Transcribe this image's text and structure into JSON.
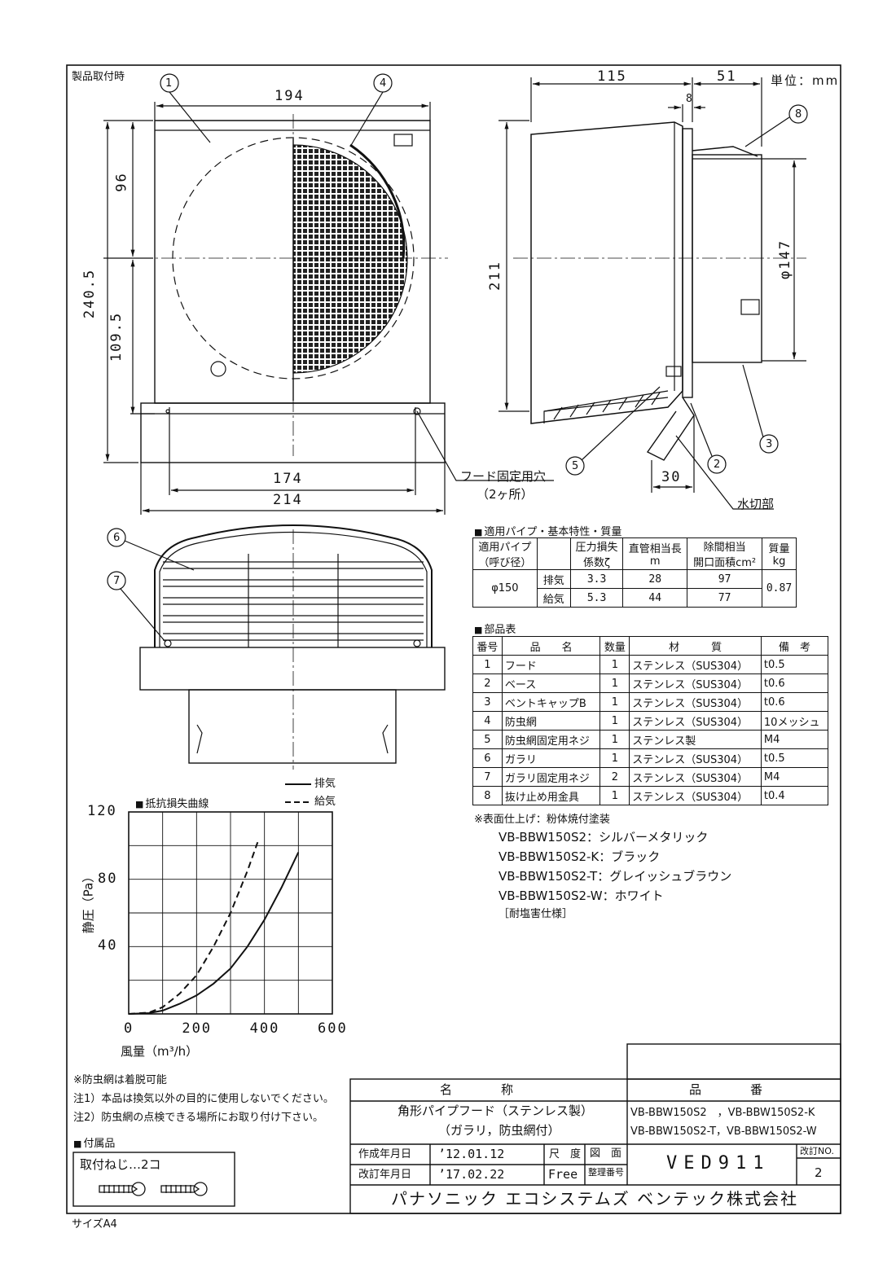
{
  "sheet": {
    "mounted_label": "製品取付時",
    "unit_label": "単位：mm",
    "size_label": "サイズA4"
  },
  "front_view": {
    "dims": {
      "w194": "194",
      "h96": "96",
      "h240_5": "240.5",
      "h109_5": "109.5",
      "w174": "174",
      "w214": "214"
    },
    "callouts": [
      "1",
      "4"
    ],
    "hole_label": "フード固定用穴",
    "hole_count": "（2ヶ所）"
  },
  "side_view": {
    "dims": {
      "w115": "115",
      "w51": "51",
      "w8": "8",
      "h211": "211",
      "d147": "φ147",
      "w30": "30"
    },
    "callouts": [
      "8",
      "3",
      "2",
      "5"
    ],
    "drip_label": "水切部"
  },
  "bottom_view": {
    "callouts": [
      "6",
      "7"
    ]
  },
  "pipe_table": {
    "title": "適用パイプ・基本特性・質量",
    "headers": {
      "pipe": "適用パイプ",
      "pipe_sub": "（呼び径）",
      "loss": "圧力損失",
      "loss_sub": "係数ζ",
      "equiv": "直管相当長",
      "equiv_sub": "m",
      "area": "除間相当",
      "area_sub": "開口面積cm²",
      "mass": "質量",
      "mass_sub": "kg"
    },
    "pipe_size": "φ150",
    "mass_value": "0.87",
    "rows": [
      {
        "mode": "排気",
        "zeta": "3.3",
        "length": "28",
        "area": "97"
      },
      {
        "mode": "給気",
        "zeta": "5.3",
        "length": "44",
        "area": "77"
      }
    ]
  },
  "parts_table": {
    "title": "部品表",
    "headers": {
      "no": "番号",
      "name": "品　　名",
      "qty": "数量",
      "material": "材　　　質",
      "note": "備　考"
    },
    "rows": [
      {
        "no": "1",
        "name": "フード",
        "qty": "1",
        "material": "ステンレス（SUS304）",
        "note": "t0.5"
      },
      {
        "no": "2",
        "name": "ベース",
        "qty": "1",
        "material": "ステンレス（SUS304）",
        "note": "t0.6"
      },
      {
        "no": "3",
        "name": "ベントキャップB",
        "qty": "1",
        "material": "ステンレス（SUS304）",
        "note": "t0.6"
      },
      {
        "no": "4",
        "name": "防虫網",
        "qty": "1",
        "material": "ステンレス（SUS304）",
        "note": "10メッシュ"
      },
      {
        "no": "5",
        "name": "防虫網固定用ネジ",
        "qty": "1",
        "material": "ステンレス製",
        "note": "M4"
      },
      {
        "no": "6",
        "name": "ガラリ",
        "qty": "1",
        "material": "ステンレス（SUS304）",
        "note": "t0.5"
      },
      {
        "no": "7",
        "name": "ガラリ固定用ネジ",
        "qty": "2",
        "material": "ステンレス（SUS304）",
        "note": "M4"
      },
      {
        "no": "8",
        "name": "抜け止め用金具",
        "qty": "1",
        "material": "ステンレス（SUS304）",
        "note": "t0.4"
      }
    ]
  },
  "finish": {
    "heading": "※表面仕上げ：粉体焼付塗装",
    "variants": [
      "VB-BBW150S2：シルバーメタリック",
      "VB-BBW150S2-K：ブラック",
      "VB-BBW150S2-T：グレイッシュブラウン",
      "VB-BBW150S2-W：ホワイト"
    ],
    "salt_note": "［耐塩害仕様］"
  },
  "chart_data": {
    "type": "line",
    "title": "抵抗損失曲線",
    "xlabel": "風量（m³/h）",
    "ylabel": "静圧（Pa）",
    "xlim": [
      0,
      600
    ],
    "ylim": [
      0,
      120
    ],
    "xticks": [
      "0",
      "200",
      "400",
      "600"
    ],
    "yticks": [
      "40",
      "80",
      "120"
    ],
    "grid": true,
    "legend_position": "top-right",
    "series": [
      {
        "name": "排気",
        "style": "solid",
        "x": [
          60,
          100,
          150,
          200,
          250,
          300,
          350,
          400,
          450,
          500
        ],
        "y": [
          0.5,
          2,
          6,
          11,
          18,
          27,
          40,
          56,
          75,
          96
        ]
      },
      {
        "name": "給気",
        "style": "dashed",
        "x": [
          60,
          100,
          150,
          200,
          250,
          300,
          350,
          380
        ],
        "y": [
          0.8,
          4,
          12,
          23,
          40,
          60,
          85,
          102
        ]
      }
    ]
  },
  "notes": {
    "mesh": "※防虫網は着脱可能",
    "note1": "注1）本品は換気以外の目的に使用しないでください。",
    "note2": "注2）防虫網の点検できる場所にお取り付け下さい。"
  },
  "accessories": {
    "title": "付属品",
    "screws": "取付ねじ…2コ"
  },
  "title_block": {
    "name_header": "名　　　　称",
    "product_name_1": "角形パイプフード（ステンレス製）",
    "product_name_2": "（ガラリ，防虫網付）",
    "code_header": "品　　　　番",
    "codes_1": "VB-BBW150S2　，VB-BBW150S2-K",
    "codes_2": "VB-BBW150S2-T，VB-BBW150S2-W",
    "created_label": "作成年月日",
    "created_date": "’12.01.12",
    "revised_label": "改訂年月日",
    "revised_date": "’17.02.22",
    "scale_label": "尺　度",
    "scale_value": "Free",
    "drawing_label_1": "図　面",
    "drawing_label_2": "整理番号",
    "drawing_no": "VED911",
    "rev_label": "改訂NO.",
    "rev_no": "2",
    "company": "パナソニック エコシステムズ ベンテック株式会社"
  }
}
